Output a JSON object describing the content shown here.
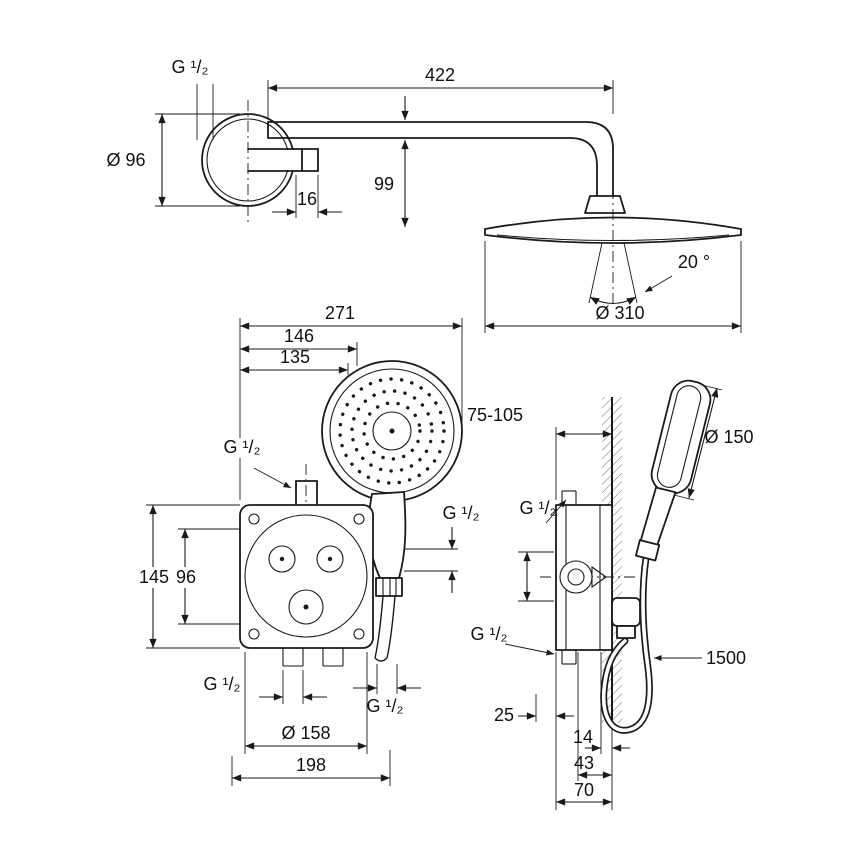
{
  "colors": {
    "background": "#ffffff",
    "line": "#1a1a1a"
  },
  "views": {
    "arm_front": {
      "labels": {
        "thread": "G ¹/₂",
        "flange_diameter": "Ø 96",
        "flange_depth": "16"
      }
    },
    "head_side": {
      "labels": {
        "arm_length": "422",
        "drop_height": "99",
        "spray_angle": "20 °",
        "head_diameter": "Ø 310"
      }
    },
    "mixer_front": {
      "labels": {
        "overall_width": "271",
        "holder_offset": "146",
        "outlet_offset": "135",
        "top_thread": "G ¹/₂",
        "box_height": "145",
        "port_spacing": "96",
        "hose_thread": "G ¹/₂",
        "bottom_left_thread": "G ¹/₂",
        "bottom_right_thread": "G ¹/₂",
        "plate_diameter": "Ø 158",
        "box_width": "198"
      }
    },
    "mixer_side": {
      "labels": {
        "install_depth": "75-105",
        "top_thread": "G ¹/₂",
        "bottom_thread": "G ¹/₂",
        "hand_shower_diameter": "Ø 150",
        "hose_length": "1500",
        "depth_25": "25",
        "depth_14": "14",
        "depth_43": "43",
        "depth_70": "70"
      }
    }
  }
}
